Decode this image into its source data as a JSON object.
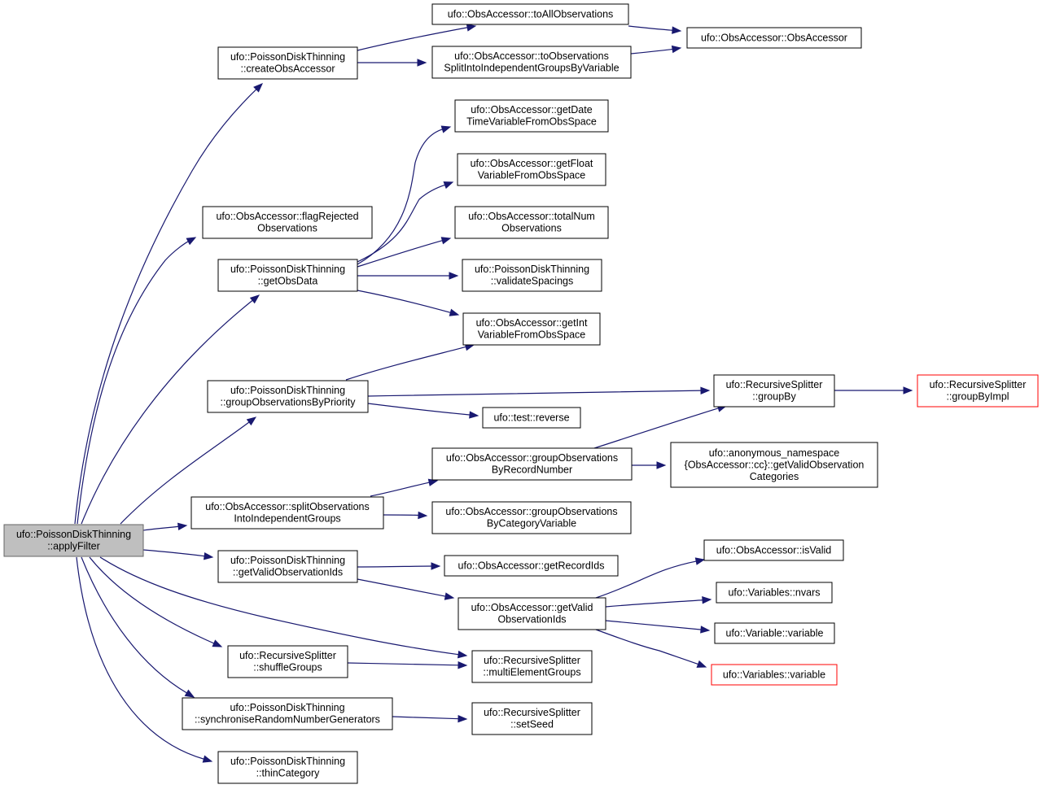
{
  "colors": {
    "edge": "#191970",
    "node_fill": "#ffffff",
    "node_border": "#000000",
    "root_fill": "#bfbfbf",
    "root_border": "#666666",
    "truncated_border": "#ff0000"
  },
  "nodes": [
    {
      "id": "applyFilter",
      "lines": [
        "ufo::PoissonDiskThinning",
        "::applyFilter"
      ],
      "style": "root"
    },
    {
      "id": "createObsAccessor",
      "lines": [
        "ufo::PoissonDiskThinning",
        "::createObsAccessor"
      ],
      "style": "normal"
    },
    {
      "id": "toAllObservations",
      "lines": [
        "ufo::ObsAccessor::toAllObservations"
      ],
      "style": "normal"
    },
    {
      "id": "ObsAccessor",
      "lines": [
        "ufo::ObsAccessor::ObsAccessor"
      ],
      "style": "normal"
    },
    {
      "id": "toObsSplit",
      "lines": [
        "ufo::ObsAccessor::toObservations",
        "SplitIntoIndependentGroupsByVariable"
      ],
      "style": "normal"
    },
    {
      "id": "getDateTime",
      "lines": [
        "ufo::ObsAccessor::getDate",
        "TimeVariableFromObsSpace"
      ],
      "style": "normal"
    },
    {
      "id": "getFloat",
      "lines": [
        "ufo::ObsAccessor::getFloat",
        "VariableFromObsSpace"
      ],
      "style": "normal"
    },
    {
      "id": "flagRejected",
      "lines": [
        "ufo::ObsAccessor::flagRejected",
        "Observations"
      ],
      "style": "normal"
    },
    {
      "id": "totalNum",
      "lines": [
        "ufo::ObsAccessor::totalNum",
        "Observations"
      ],
      "style": "normal"
    },
    {
      "id": "getObsData",
      "lines": [
        "ufo::PoissonDiskThinning",
        "::getObsData"
      ],
      "style": "normal"
    },
    {
      "id": "validateSpacings",
      "lines": [
        "ufo::PoissonDiskThinning",
        "::validateSpacings"
      ],
      "style": "normal"
    },
    {
      "id": "getInt",
      "lines": [
        "ufo::ObsAccessor::getInt",
        "VariableFromObsSpace"
      ],
      "style": "normal"
    },
    {
      "id": "groupByPriority",
      "lines": [
        "ufo::PoissonDiskThinning",
        "::groupObservationsByPriority"
      ],
      "style": "normal"
    },
    {
      "id": "groupBy",
      "lines": [
        "ufo::RecursiveSplitter",
        "::groupBy"
      ],
      "style": "normal"
    },
    {
      "id": "groupByImpl",
      "lines": [
        "ufo::RecursiveSplitter",
        "::groupByImpl"
      ],
      "style": "truncated"
    },
    {
      "id": "reverse",
      "lines": [
        "ufo::test::reverse"
      ],
      "style": "normal"
    },
    {
      "id": "groupByRecord",
      "lines": [
        "ufo::ObsAccessor::groupObservations",
        "ByRecordNumber"
      ],
      "style": "normal"
    },
    {
      "id": "anonCategories",
      "lines": [
        "ufo::anonymous_namespace",
        "{ObsAccessor::cc}::getValidObservation",
        "Categories"
      ],
      "style": "normal"
    },
    {
      "id": "splitIndependent",
      "lines": [
        "ufo::ObsAccessor::splitObservations",
        "IntoIndependentGroups"
      ],
      "style": "normal"
    },
    {
      "id": "groupByCategory",
      "lines": [
        "ufo::ObsAccessor::groupObservations",
        "ByCategoryVariable"
      ],
      "style": "normal"
    },
    {
      "id": "getValidIdsPDT",
      "lines": [
        "ufo::PoissonDiskThinning",
        "::getValidObservationIds"
      ],
      "style": "normal"
    },
    {
      "id": "getRecordIds",
      "lines": [
        "ufo::ObsAccessor::getRecordIds"
      ],
      "style": "normal"
    },
    {
      "id": "isValid",
      "lines": [
        "ufo::ObsAccessor::isValid"
      ],
      "style": "normal"
    },
    {
      "id": "getValidIdsOA",
      "lines": [
        "ufo::ObsAccessor::getValid",
        "ObservationIds"
      ],
      "style": "normal"
    },
    {
      "id": "nvars",
      "lines": [
        "ufo::Variables::nvars"
      ],
      "style": "normal"
    },
    {
      "id": "variable",
      "lines": [
        "ufo::Variable::variable"
      ],
      "style": "normal"
    },
    {
      "id": "shuffleGroups",
      "lines": [
        "ufo::RecursiveSplitter",
        "::shuffleGroups"
      ],
      "style": "normal"
    },
    {
      "id": "multiElementGroups",
      "lines": [
        "ufo::RecursiveSplitter",
        "::multiElementGroups"
      ],
      "style": "normal"
    },
    {
      "id": "variablesVariable",
      "lines": [
        "ufo::Variables::variable"
      ],
      "style": "truncated"
    },
    {
      "id": "syncRNG",
      "lines": [
        "ufo::PoissonDiskThinning",
        "::synchroniseRandomNumberGenerators"
      ],
      "style": "normal"
    },
    {
      "id": "setSeed",
      "lines": [
        "ufo::RecursiveSplitter",
        "::setSeed"
      ],
      "style": "normal"
    },
    {
      "id": "thinCategory",
      "lines": [
        "ufo::PoissonDiskThinning",
        "::thinCategory"
      ],
      "style": "normal"
    }
  ],
  "edges": [
    {
      "from": "applyFilter",
      "to": "createObsAccessor"
    },
    {
      "from": "applyFilter",
      "to": "flagRejected"
    },
    {
      "from": "applyFilter",
      "to": "getObsData"
    },
    {
      "from": "applyFilter",
      "to": "groupByPriority"
    },
    {
      "from": "applyFilter",
      "to": "splitIndependent"
    },
    {
      "from": "applyFilter",
      "to": "getValidIdsPDT"
    },
    {
      "from": "applyFilter",
      "to": "shuffleGroups"
    },
    {
      "from": "applyFilter",
      "to": "multiElementGroups"
    },
    {
      "from": "applyFilter",
      "to": "syncRNG"
    },
    {
      "from": "applyFilter",
      "to": "thinCategory"
    },
    {
      "from": "createObsAccessor",
      "to": "toAllObservations"
    },
    {
      "from": "createObsAccessor",
      "to": "toObsSplit"
    },
    {
      "from": "toAllObservations",
      "to": "ObsAccessor"
    },
    {
      "from": "toObsSplit",
      "to": "ObsAccessor"
    },
    {
      "from": "getObsData",
      "to": "getDateTime"
    },
    {
      "from": "getObsData",
      "to": "getFloat"
    },
    {
      "from": "getObsData",
      "to": "totalNum"
    },
    {
      "from": "getObsData",
      "to": "validateSpacings"
    },
    {
      "from": "getObsData",
      "to": "getInt"
    },
    {
      "from": "groupByPriority",
      "to": "getInt"
    },
    {
      "from": "groupByPriority",
      "to": "groupBy"
    },
    {
      "from": "groupByPriority",
      "to": "reverse"
    },
    {
      "from": "groupBy",
      "to": "groupByImpl"
    },
    {
      "from": "splitIndependent",
      "to": "groupByRecord"
    },
    {
      "from": "splitIndependent",
      "to": "groupByCategory"
    },
    {
      "from": "groupByRecord",
      "to": "groupBy"
    },
    {
      "from": "groupByRecord",
      "to": "anonCategories"
    },
    {
      "from": "getValidIdsPDT",
      "to": "getRecordIds"
    },
    {
      "from": "getValidIdsPDT",
      "to": "getValidIdsOA"
    },
    {
      "from": "getValidIdsOA",
      "to": "isValid"
    },
    {
      "from": "getValidIdsOA",
      "to": "nvars"
    },
    {
      "from": "getValidIdsOA",
      "to": "variable"
    },
    {
      "from": "getValidIdsOA",
      "to": "variablesVariable"
    },
    {
      "from": "shuffleGroups",
      "to": "multiElementGroups"
    },
    {
      "from": "syncRNG",
      "to": "setSeed"
    }
  ]
}
